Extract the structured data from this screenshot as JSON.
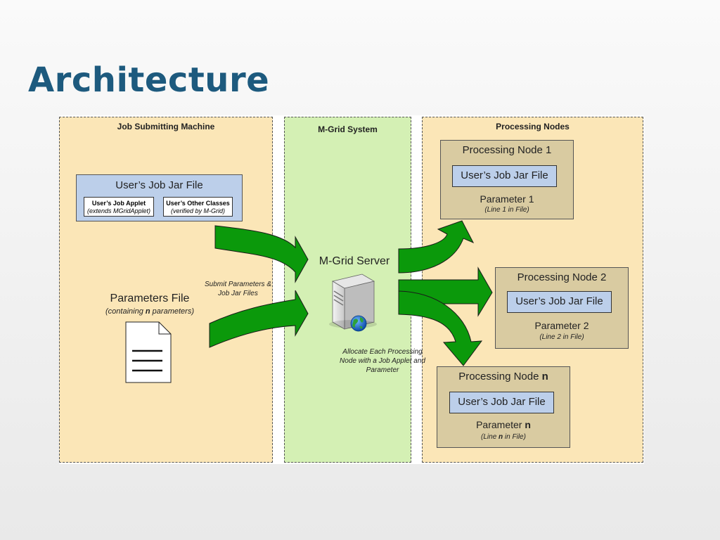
{
  "slide": {
    "title": "Architecture"
  },
  "panels": {
    "job": {
      "title": "Job Submitting Machine"
    },
    "grid": {
      "title": "M-Grid System"
    },
    "proc": {
      "title": "Processing Nodes"
    }
  },
  "jar_file": {
    "title": "User’s Job Jar File",
    "applet": {
      "name": "User’s Job Applet",
      "note": "(extends MGridApplet)"
    },
    "classes": {
      "name": "User’s Other Classes",
      "note": "(verified by M-Grid)"
    }
  },
  "parameters_file": {
    "title": "Parameters File",
    "note_prefix": "(containing ",
    "note_var": "n",
    "note_suffix": " parameters)"
  },
  "submit_label": {
    "line1": "Submit Parameters &",
    "line2": "Job Jar Files"
  },
  "server": {
    "title": "M-Grid Server"
  },
  "allocate_label": {
    "line1": "Allocate Each Processing",
    "line2": "Node with a Job Applet and",
    "line3": "Parameter"
  },
  "nodes": [
    {
      "title_prefix": "Processing Node ",
      "title_var": "1",
      "jar": "User’s Job Jar File",
      "param_prefix": "Parameter ",
      "param_var": "1",
      "line_prefix": "(Line ",
      "line_var": "1",
      "line_suffix": " in File)"
    },
    {
      "title_prefix": "Processing Node ",
      "title_var": "2",
      "jar": "User’s Job Jar File",
      "param_prefix": "Parameter ",
      "param_var": "2",
      "line_prefix": "(Line ",
      "line_var": "2",
      "line_suffix": " in File)"
    },
    {
      "title_prefix": "Processing Node ",
      "title_var": "n",
      "jar": "User’s Job Jar File",
      "param_prefix": "Parameter ",
      "param_var": "n",
      "line_prefix": "(Line ",
      "line_var": "n",
      "line_suffix": " in File)"
    }
  ],
  "colors": {
    "title": "#1d5a7e",
    "arrow_fill": "#0b990b",
    "panel_tan": "#fbe6b7",
    "panel_green": "#d4f0b4",
    "jar_blue": "#bccfea",
    "node_tan": "#d9cba1"
  },
  "icons": {
    "document": "document-icon",
    "server": "server-tower-icon",
    "globe": "globe-icon"
  }
}
